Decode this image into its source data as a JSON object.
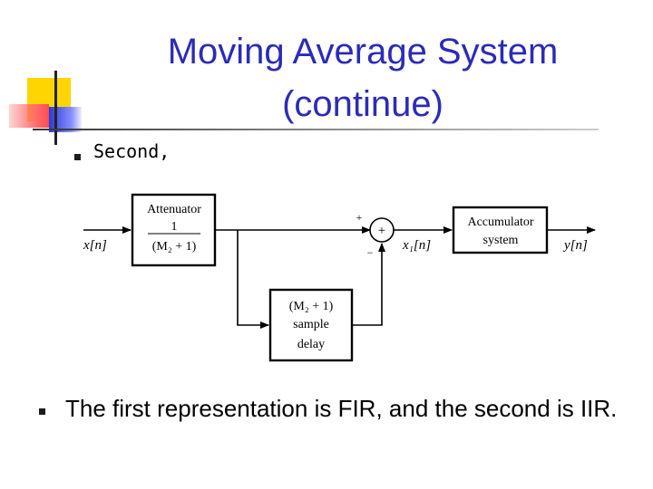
{
  "slide": {
    "title_line1": "Moving Average System",
    "title_line2": "(continue)",
    "bullet1_text": "Second,",
    "bullet2_text": "The first representation is FIR, and the second is IIR."
  },
  "diagram": {
    "attenuator": {
      "line1": "Attenuator",
      "line2": "1",
      "line3": "(M₂ + 1)"
    },
    "delay": {
      "line1": "(M₂ + 1)",
      "line2": "sample",
      "line3": "delay"
    },
    "accumulator": {
      "line1": "Accumulator",
      "line2": "system"
    },
    "summer": {
      "symbol": "+",
      "plus_sign": "+",
      "minus_sign": "−"
    },
    "input_label": "x[n]",
    "mid_label": "x₁[n]",
    "output_label": "y[n]"
  },
  "colors": {
    "title": "#2b2bb8",
    "deco_yellow": "#ffd500",
    "deco_red": "#ff6a6a",
    "deco_blue": "#2b3bd6"
  }
}
